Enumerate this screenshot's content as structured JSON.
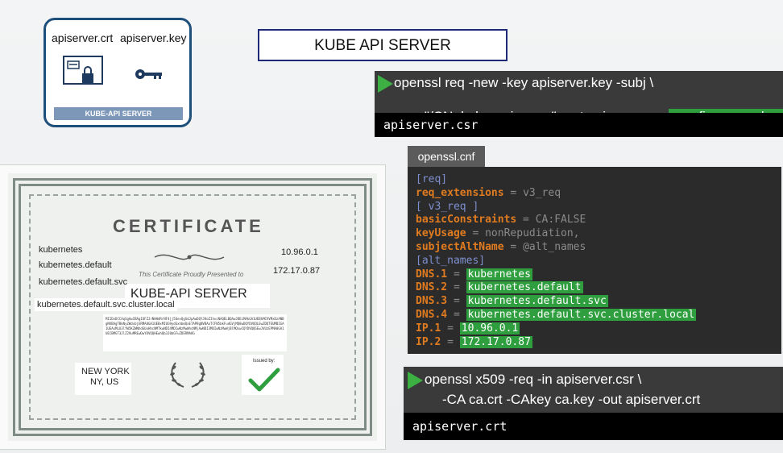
{
  "card": {
    "cert_label": "apiserver.crt",
    "key_label": "apiserver.key",
    "footer": "KUBE-API SERVER",
    "cert_icon": "certificate-lock-icon",
    "key_icon": "key-icon"
  },
  "title": "KUBE API SERVER",
  "req_cmd": {
    "line1": "openssl req -new -key apiserver.key -subj \\",
    "line2_plain": "\"/CN=kube-apiserver\" -out apiserver.csr ",
    "line2_hl": "–config openssl.cnf",
    "output": "apiserver.csr"
  },
  "cnf": {
    "tab": "openssl.cnf",
    "lines": [
      {
        "sec": "[req]"
      },
      {
        "key": "req_extensions",
        "op": " = ",
        "val": "v3_req"
      },
      {
        "sec": "[ v3_req ]"
      },
      {
        "key": "basicConstraints",
        "op": " = ",
        "val": "CA:FALSE"
      },
      {
        "key": "keyUsage",
        "op": " = ",
        "val": "nonRepudiation,"
      },
      {
        "key": "subjectAltName",
        "op": " = ",
        "val": "@alt_names"
      },
      {
        "sec": "[alt_names]"
      },
      {
        "key": "DNS.1",
        "op": " = ",
        "gval": "kubernetes"
      },
      {
        "key": "DNS.2",
        "op": " = ",
        "gval": "kubernetes.default"
      },
      {
        "key": "DNS.3",
        "op": " = ",
        "gval": "kubernetes.default.svc"
      },
      {
        "key": "DNS.4",
        "op": " = ",
        "gval": "kubernetes.default.svc.cluster.local"
      },
      {
        "key": "IP.1",
        "op": " = ",
        "gval": "10.96.0.1"
      },
      {
        "key": "IP.2",
        "op": " = ",
        "gval": "172.17.0.87"
      }
    ]
  },
  "x509_cmd": {
    "line1": "openssl x509 -req -in apiserver.csr \\",
    "line2": "-CA ca.crt -CAkey ca.key -out apiserver.crt",
    "output": "apiserver.crt"
  },
  "certificate": {
    "heading": "CERTIFICATE",
    "presented": "This Certificate Proudly Presented to",
    "name": "KUBE-API SERVER",
    "san_left": [
      "kubernetes",
      "kubernetes.default",
      "kubernetes.default.svc",
      "kubernetes.default.svc.cluster.local"
    ],
    "san_right": [
      "10.96.0.1",
      "172.17.0.87"
    ],
    "location": "NEW YORK",
    "location2": "NY, US",
    "issued_by": "Issued by:",
    "blob": "MIIDvDCCAqSgAwIBAgIUFZJrNHHdRrNF4jj56evQgSdJpAwDQYJKoZIhvcNAQELBQAwJDELMAkGA1UEBhMCVVMxDzANBgNVBAgTBkNyZWdvbjERMA8GA1UEBxMIUG9ydGxhbmQxETAPBgNVBAoTCFN5bkFudGVjMQ8wDQYDVQQLEwZDQTEUMBIGA1UEAxMLU3lYW5KZWNhdGUxHhcNMTkwNDI4MDIwNzMwWhcNMjAwNDI3MDIwNzMwWjBlMQswCQYDVQQGEwJVUzEPMA0GA1UECBMGT3JlZ29uMREwDwYDVQQHEwhQb3J0bGFuZDERMA8G",
    "icons": [
      "laurel-wreath-icon",
      "check-mark-icon"
    ]
  }
}
